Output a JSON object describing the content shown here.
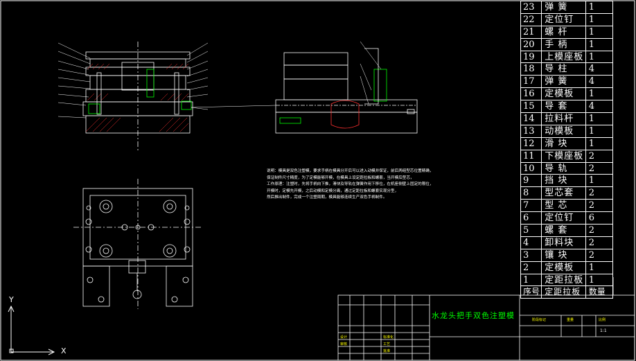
{
  "bom": {
    "rows": [
      {
        "no": "23",
        "name": "弹 簧",
        "qty": "1"
      },
      {
        "no": "22",
        "name": "定位钉",
        "qty": "1"
      },
      {
        "no": "21",
        "name": "螺 杆",
        "qty": "1"
      },
      {
        "no": "20",
        "name": "手 柄",
        "qty": "1"
      },
      {
        "no": "19",
        "name": "上模座板",
        "qty": "1"
      },
      {
        "no": "18",
        "name": "导 柱",
        "qty": "4"
      },
      {
        "no": "17",
        "name": "弹 簧",
        "qty": "4"
      },
      {
        "no": "16",
        "name": "定模板",
        "qty": "1"
      },
      {
        "no": "15",
        "name": "导 套",
        "qty": "4"
      },
      {
        "no": "14",
        "name": "拉料杆",
        "qty": "1"
      },
      {
        "no": "13",
        "name": "动模板",
        "qty": "1"
      },
      {
        "no": "12",
        "name": "滑 块",
        "qty": "1"
      },
      {
        "no": "11",
        "name": "下模座板",
        "qty": "2"
      },
      {
        "no": "10",
        "name": "导 轨",
        "qty": "2"
      },
      {
        "no": "9",
        "name": "挡 块",
        "qty": "1"
      },
      {
        "no": "8",
        "name": "型芯套",
        "qty": "2"
      },
      {
        "no": "7",
        "name": "型 芯",
        "qty": "2"
      },
      {
        "no": "6",
        "name": "定位钉",
        "qty": "6"
      },
      {
        "no": "5",
        "name": "螺 套",
        "qty": "2"
      },
      {
        "no": "4",
        "name": "卸料块",
        "qty": "2"
      },
      {
        "no": "3",
        "name": "镶 块",
        "qty": "2"
      },
      {
        "no": "2",
        "name": "定模板",
        "qty": "1"
      },
      {
        "no": "1",
        "name": "定距拉板",
        "qty": "1"
      }
    ],
    "header": {
      "no": "序号",
      "name": "定距拉板",
      "qty": "数量"
    }
  },
  "title_block": {
    "title": "水龙头把手双色注塑模",
    "scale_label": "1:1",
    "labels_small": [
      "设计",
      "标准化",
      "审核",
      "工艺",
      "批准",
      "阶段标记",
      "重量",
      "比例"
    ]
  },
  "notes": {
    "lines": [
      "说明：模具是双色注塑模，要求手柄在模具分开后可以进入动模并保证，前后两组型芯位置精确，",
      "保证制件尺寸精度，为了定模能够开模，在模具上设定距拉板和螺套，当开模后型芯，",
      "工作原理：注塑时，先将手柄向下推，滑块及导轨在弹簧作用下移位，在机座侧壁上固定的限位，",
      "开模时，定模先开模，之后动模和定模分离，通过定距拉板和螺套实现分型，",
      "然后推出制件，完成一个注塑周期，模具能够连续生产双色手柄制件。"
    ]
  },
  "ucs": {
    "x_label": "X",
    "y_label": "Y"
  },
  "colors": {
    "background": "#000000",
    "line": "#ffffff",
    "accent_green": "#00ff00",
    "accent_yellow": "#ffff00",
    "accent_red": "#ff3030"
  }
}
